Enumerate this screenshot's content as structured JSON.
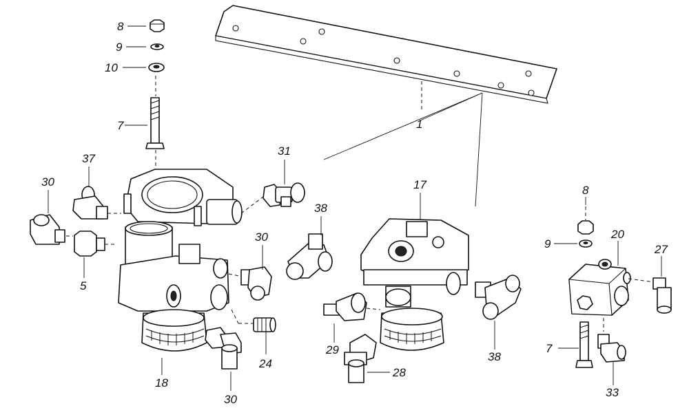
{
  "callouts": {
    "c1": "1",
    "c5": "5",
    "c7a": "7",
    "c7b": "7",
    "c8a": "8",
    "c8b": "8",
    "c9a": "9",
    "c9b": "9",
    "c10": "10",
    "c17": "17",
    "c18": "18",
    "c20": "20",
    "c24": "24",
    "c27": "27",
    "c28": "28",
    "c29": "29",
    "c30a": "30",
    "c30b": "30",
    "c30c": "30",
    "c31": "31",
    "c33": "33",
    "c37": "37",
    "c38a": "38",
    "c38b": "38"
  }
}
